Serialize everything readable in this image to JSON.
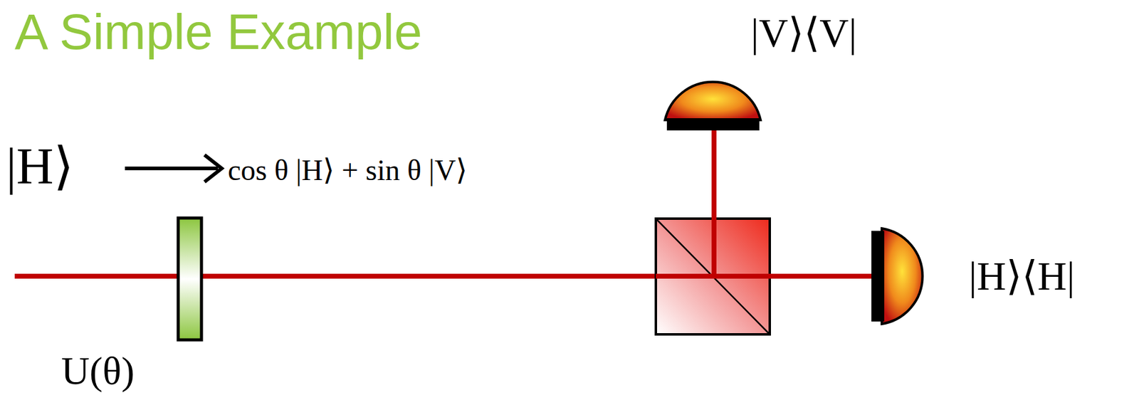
{
  "diagram": {
    "title": "A Simple Example",
    "labels": [
      "|V⟩⟨V|",
      "|H⟩",
      "cos θ |H⟩ + sin θ |V⟩",
      "|H⟩⟨H|",
      "U(θ)"
    ]
  }
}
